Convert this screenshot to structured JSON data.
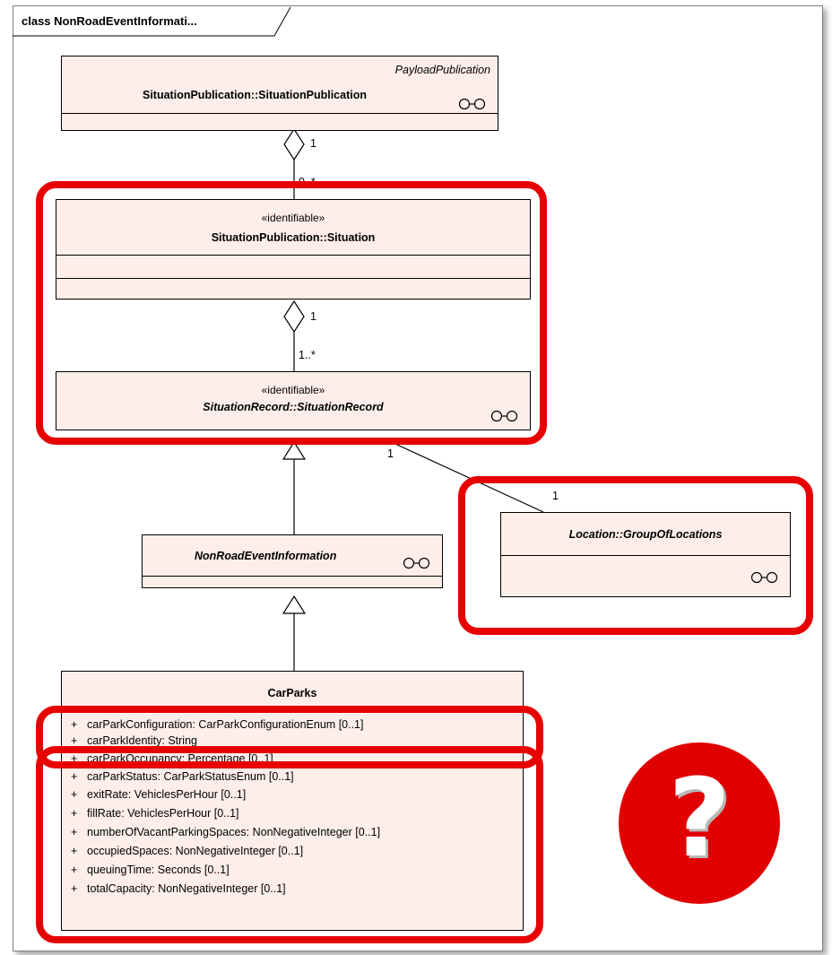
{
  "frame": {
    "title": "class NonRoadEventInformati..."
  },
  "classes": {
    "situation_publication": {
      "parent": "PayloadPublication",
      "name": "SituationPublication::SituationPublication"
    },
    "situation": {
      "stereotype": "«identifiable»",
      "name": "SituationPublication::Situation"
    },
    "situation_record": {
      "stereotype": "«identifiable»",
      "name": "SituationRecord::SituationRecord"
    },
    "non_road_event": {
      "name": "NonRoadEventInformation"
    },
    "group_of_locations": {
      "name": "Location::GroupOfLocations"
    },
    "car_parks": {
      "name": "CarParks",
      "attributes": [
        {
          "vis": "+",
          "text": "carParkConfiguration:  CarParkConfigurationEnum [0..1]"
        },
        {
          "vis": "+",
          "text": "carParkIdentity:  String"
        },
        {
          "vis": "+",
          "text": "carParkOccupancy:  Percentage [0..1]"
        },
        {
          "vis": "+",
          "text": "carParkStatus:  CarParkStatusEnum [0..1]"
        },
        {
          "vis": "+",
          "text": "exitRate:  VehiclesPerHour [0..1]"
        },
        {
          "vis": "+",
          "text": "fillRate:  VehiclesPerHour [0..1]"
        },
        {
          "vis": "+",
          "text": "numberOfVacantParkingSpaces:  NonNegativeInteger [0..1]"
        },
        {
          "vis": "+",
          "text": "occupiedSpaces:  NonNegativeInteger [0..1]"
        },
        {
          "vis": "+",
          "text": "queuingTime:  Seconds [0..1]"
        },
        {
          "vis": "+",
          "text": "totalCapacity:  NonNegativeInteger [0..1]"
        }
      ]
    }
  },
  "multiplicities": {
    "pub_to_situation_top": "1",
    "pub_to_situation_bottom": "0..*",
    "situation_to_record_top": "1",
    "situation_to_record_bottom": "1..*",
    "record_to_location_near": "1",
    "record_to_location_far": "1"
  },
  "badge": {
    "symbol": "?"
  },
  "colors": {
    "highlight": "#e60000",
    "class_fill": "#fdeeea"
  }
}
